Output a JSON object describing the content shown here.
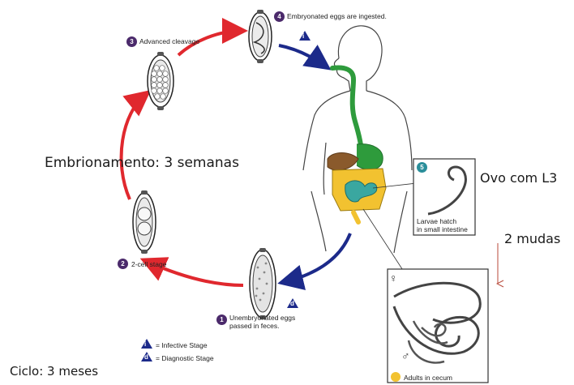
{
  "stages": {
    "s1": {
      "num": "1",
      "text_line1": "Unembryonated eggs",
      "text_line2": "passed in feces."
    },
    "s2": {
      "num": "2",
      "text": "2-cell stage"
    },
    "s3": {
      "num": "3",
      "text": "Advanced cleavage"
    },
    "s4": {
      "num": "4",
      "text": "Embryonated eggs are ingested."
    },
    "s5": {
      "num": "5",
      "text_line1": "Larvae hatch",
      "text_line2": "in small intestine"
    },
    "s6": {
      "text": "Adults in cecum"
    }
  },
  "markers": {
    "infective": "i",
    "diagnostic": "d"
  },
  "legend": {
    "infective": "= Infective Stage",
    "diagnostic": "= Diagnostic Stage"
  },
  "sex_symbols": {
    "female": "♀",
    "male": "♂"
  },
  "annotations": {
    "embrionamento": "Embrionamento: 3 semanas",
    "ovo": "Ovo com L3",
    "mudas": "2 mudas",
    "ciclo": "Ciclo: 3 meses"
  },
  "colors": {
    "badge": "#4b2a6b",
    "badge_teal": "#2a8e9a",
    "arrow_red": "#e0282e",
    "arrow_blue": "#1c2a8a",
    "gut_green": "#2e9b3c",
    "gut_yellow": "#f2c230",
    "gut_brown": "#8a5a2c",
    "gut_teal": "#3aa7a0",
    "annotation_arrow": "#b84a3a"
  }
}
